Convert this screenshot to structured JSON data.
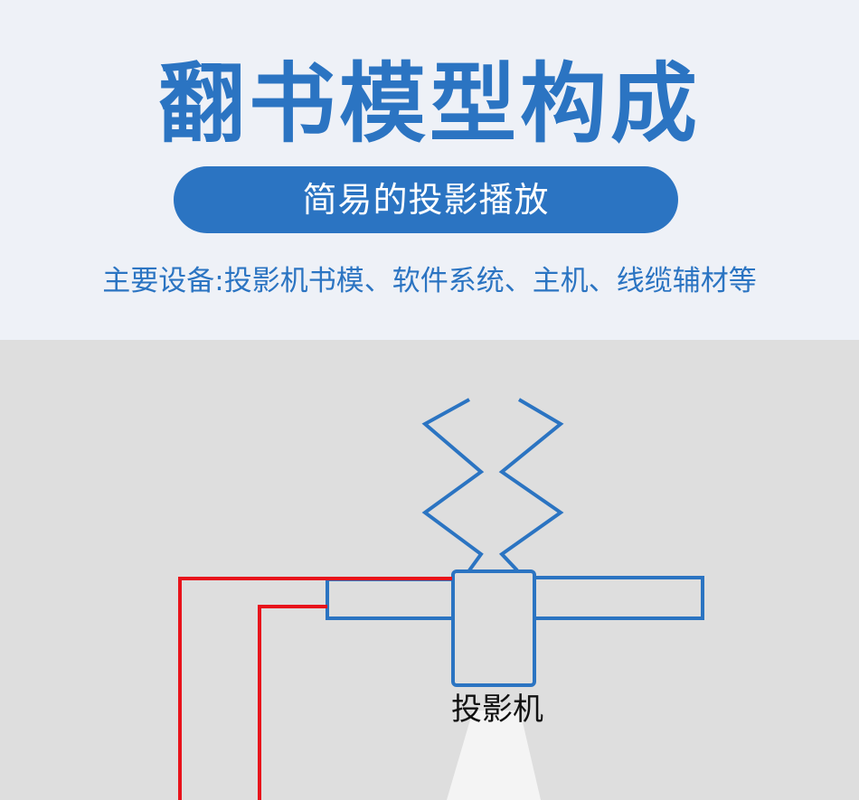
{
  "header": {
    "title": "翻书模型构成",
    "subtitle": "简易的投影播放",
    "equipment": "主要设备:投影机书模、软件系统、主机、线缆辅材等"
  },
  "diagram": {
    "projector_label": "投影机"
  },
  "colors": {
    "accent": "#2b74c2",
    "background": "#eef1f7",
    "diagram_bg": "#dedede",
    "wire": "#e8131b",
    "outline": "#2b74c2"
  }
}
